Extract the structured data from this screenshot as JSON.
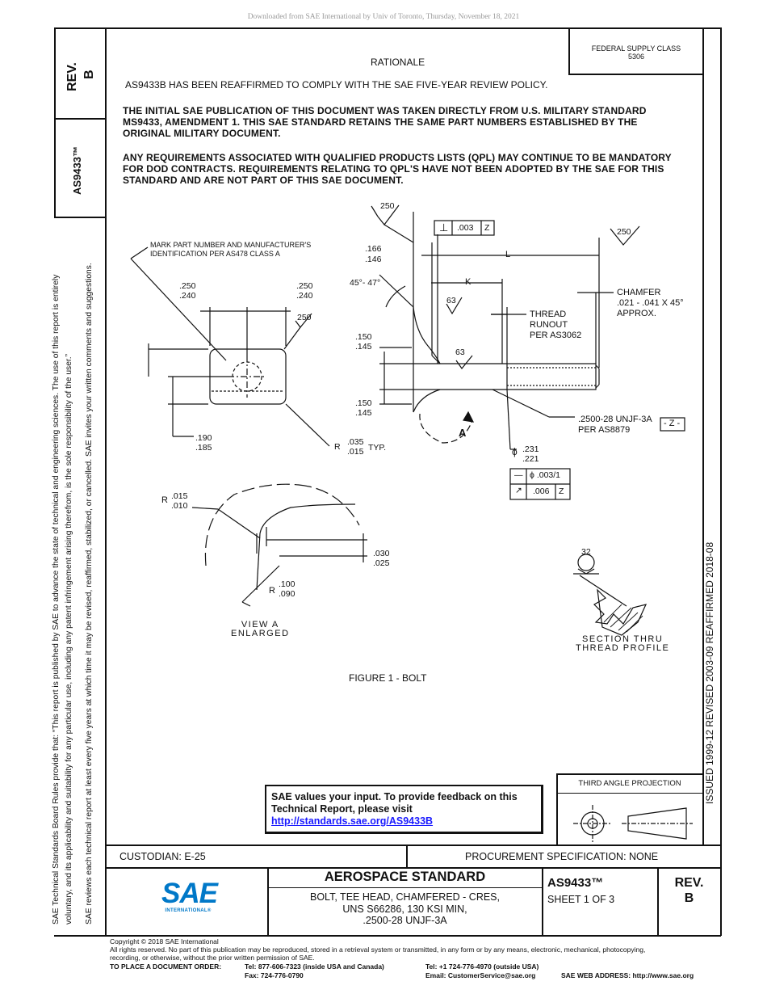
{
  "download_notice": "Downloaded from SAE International by Univ of Toronto, Thursday, November 18, 2021",
  "side": {
    "rev": "REV.",
    "rev_letter": "B",
    "doc_id": "AS9433™",
    "policy_line1": "SAE Technical Standards Board Rules provide that: “This report is published by SAE to advance the state of technical and engineering sciences. The use of this report is entirely",
    "policy_line2": "voluntary, and its applicability and suitability for any particular use, including any patent infringement arising therefrom, is the sole responsibility of the user.”",
    "policy_line3": "SAE reviews each technical report at least every five years at which time it may be revised, reaffirmed, stabilized, or cancelled. SAE invites your written comments and suggestions.",
    "dates": "ISSUED 1999-12     REVISED 2003-09     REAFFIRMED 2018-08"
  },
  "header": {
    "fsc_label": "FEDERAL SUPPLY CLASS",
    "fsc_value": "5306",
    "rationale": "RATIONALE",
    "rationale_text": "AS9433B HAS BEEN REAFFIRMED TO COMPLY WITH THE SAE FIVE-YEAR REVIEW POLICY."
  },
  "body": {
    "para1_l1": "THE INITIAL SAE PUBLICATION OF THIS DOCUMENT WAS TAKEN DIRECTLY FROM U.S. MILITARY STANDARD",
    "para1_l2": "MS9433, AMENDMENT 1.  THIS SAE STANDARD RETAINS THE SAME PART NUMBERS ESTABLISHED BY THE",
    "para1_l3": "ORIGINAL MILITARY DOCUMENT.",
    "para2_l1": "ANY REQUIREMENTS ASSOCIATED WITH QUALIFIED PRODUCTS LISTS (QPL) MAY CONTINUE TO BE MANDATORY",
    "para2_l2": "FOR DOD CONTRACTS.  REQUIREMENTS RELATING TO QPL'S HAVE NOT BEEN ADOPTED BY THE SAE FOR THIS",
    "para2_l3": "STANDARD AND ARE NOT PART OF THIS SAE DOCUMENT."
  },
  "drawing": {
    "mark_note_l1": "MARK PART NUMBER AND MANUFACTURER'S",
    "mark_note_l2": "IDENTIFICATION PER AS478 CLASS A",
    "d_250": ".250",
    "d_240": ".240",
    "d_250b": ".250",
    "d_240b": ".240",
    "f250": "250",
    "f250_top": "250",
    "f250_right": "250",
    "d_190": ".190",
    "d_185": ".185",
    "r_label": "R",
    "d_035": ".035",
    "d_015": ".015",
    "typ": "TYP.",
    "d_166": ".166",
    "d_146": ".146",
    "angle": "45°- 47°",
    "d_150": ".150",
    "d_145": ".145",
    "d_150b": ".150",
    "d_145b": ".145",
    "f63": "63",
    "f63b": "63",
    "perp_val": ".003",
    "perp_datum": "Z",
    "perp_sym": "⊥",
    "dim_L": "L",
    "dim_K": "K",
    "chamfer_l1": "CHAMFER",
    "chamfer_l2": ".021 - .041 X 45°",
    "chamfer_l3": "APPROX.",
    "runout_l1": "THREAD",
    "runout_l2": "RUNOUT",
    "runout_l3": "PER AS3062",
    "thread_l1": ".2500-28 UNJF-3A",
    "thread_l2": "PER AS8879",
    "datum_z": "- Z -",
    "view_a": "A",
    "dia_sym": "ϕ",
    "d_231": ".231",
    "d_221": ".221",
    "fcf_row1": ".003/1",
    "fcf_row2": ".006",
    "fcf_row2_datum": "Z",
    "r_015": ".015",
    "r_010": ".010",
    "r_015_label": "R",
    "d_030": ".030",
    "d_025": ".025",
    "d_100": ".100",
    "d_090": ".090",
    "r_100_label": "R",
    "view_label_l1": "VIEW A",
    "view_label_l2": "ENLARGED",
    "f32": "32",
    "section_l1": "SECTION THRU",
    "section_l2": "THREAD PROFILE",
    "caption": "FIGURE 1 - BOLT"
  },
  "feedback": {
    "line1": "SAE values your input. To provide feedback on this",
    "line2": "Technical Report, please visit",
    "link": "http://standards.sae.org/AS9433B"
  },
  "projection": {
    "label": "THIRD ANGLE PROJECTION"
  },
  "title_block": {
    "custodian": "CUSTODIAN: E-25",
    "procurement": "PROCUREMENT SPECIFICATION: NONE",
    "logo_text": "SAE",
    "logo_sub": "INTERNATIONAL®",
    "std_type": "AEROSPACE STANDARD",
    "title_l1": "BOLT, TEE HEAD, CHAMFERED - CRES,",
    "title_l2": "UNS S66286, 130 KSI MIN,",
    "title_l3": ".2500-28 UNJF-3A",
    "doc_id": "AS9433™",
    "sheet": "SHEET 1 OF 3",
    "rev": "REV.",
    "rev_letter": "B"
  },
  "footer": {
    "copyright": "Copyright © 2018 SAE International",
    "rights_l1": "All rights reserved. No part of this publication may be reproduced, stored in a retrieval system or transmitted, in any form or by any means, electronic, mechanical, photocopying,",
    "rights_l2": "recording, or otherwise, without the prior written permission of SAE.",
    "order_label": "TO PLACE A DOCUMENT ORDER:",
    "tel_us": "Tel:  877-606-7323 (inside USA and Canada)",
    "fax": "Fax: 724-776-0790",
    "tel_intl": "Tel:  +1 724-776-4970 (outside USA)",
    "email": "Email: CustomerService@sae.org",
    "web": "SAE WEB ADDRESS: http://www.sae.org"
  },
  "colors": {
    "link": "#1a1aff",
    "sae_blue": "#0078c8"
  }
}
